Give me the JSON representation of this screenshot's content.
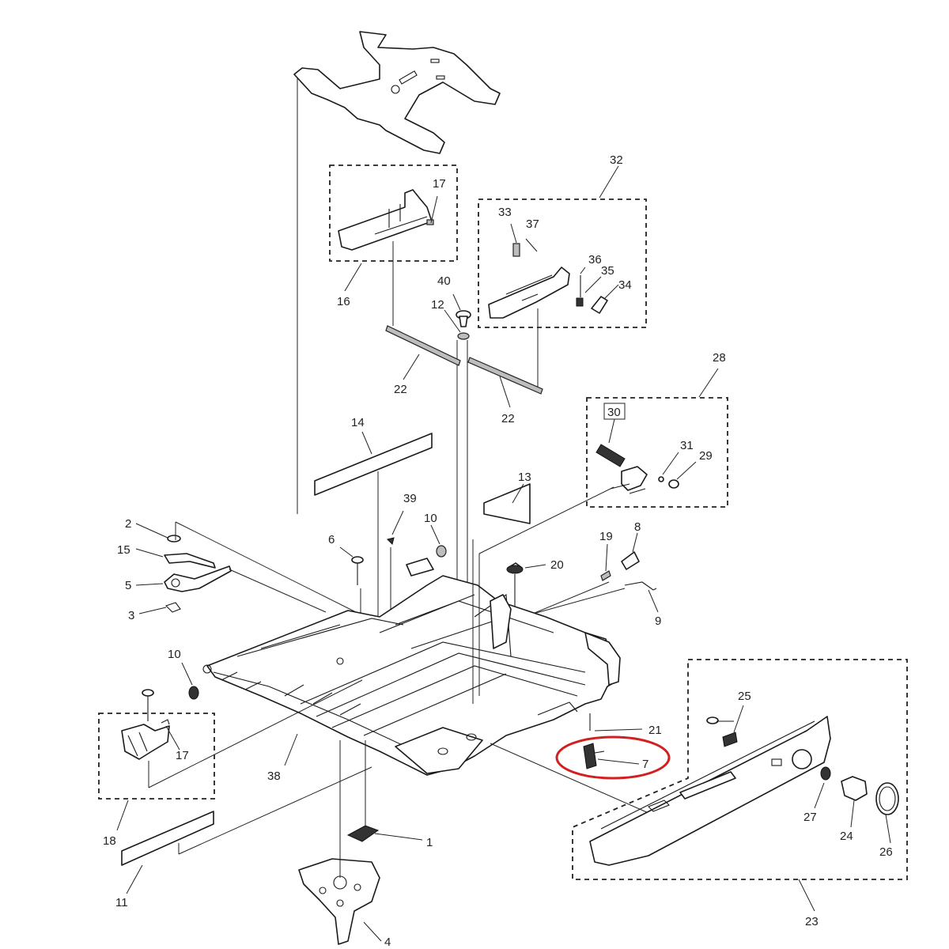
{
  "diagram": {
    "callouts": {
      "c1": "1",
      "c2": "2",
      "c3": "3",
      "c4": "4",
      "c5": "5",
      "c6": "6",
      "c7": "7",
      "c8": "8",
      "c9": "9",
      "c10a": "10",
      "c10b": "10",
      "c11": "11",
      "c12": "12",
      "c13": "13",
      "c14": "14",
      "c15": "15",
      "c16": "16",
      "c17a": "17",
      "c17b": "17",
      "c18": "18",
      "c19": "19",
      "c20": "20",
      "c21": "21",
      "c22a": "22",
      "c22b": "22",
      "c23": "23",
      "c24": "24",
      "c25": "25",
      "c26": "26",
      "c27": "27",
      "c28": "28",
      "c29": "29",
      "c30": "30",
      "c31": "31",
      "c32": "32",
      "c33": "33",
      "c34": "34",
      "c35": "35",
      "c36": "36",
      "c37": "37",
      "c38": "38",
      "c39": "39",
      "c40": "40"
    },
    "highlight_color": "#d21f1f",
    "highlighted_part": "7"
  }
}
